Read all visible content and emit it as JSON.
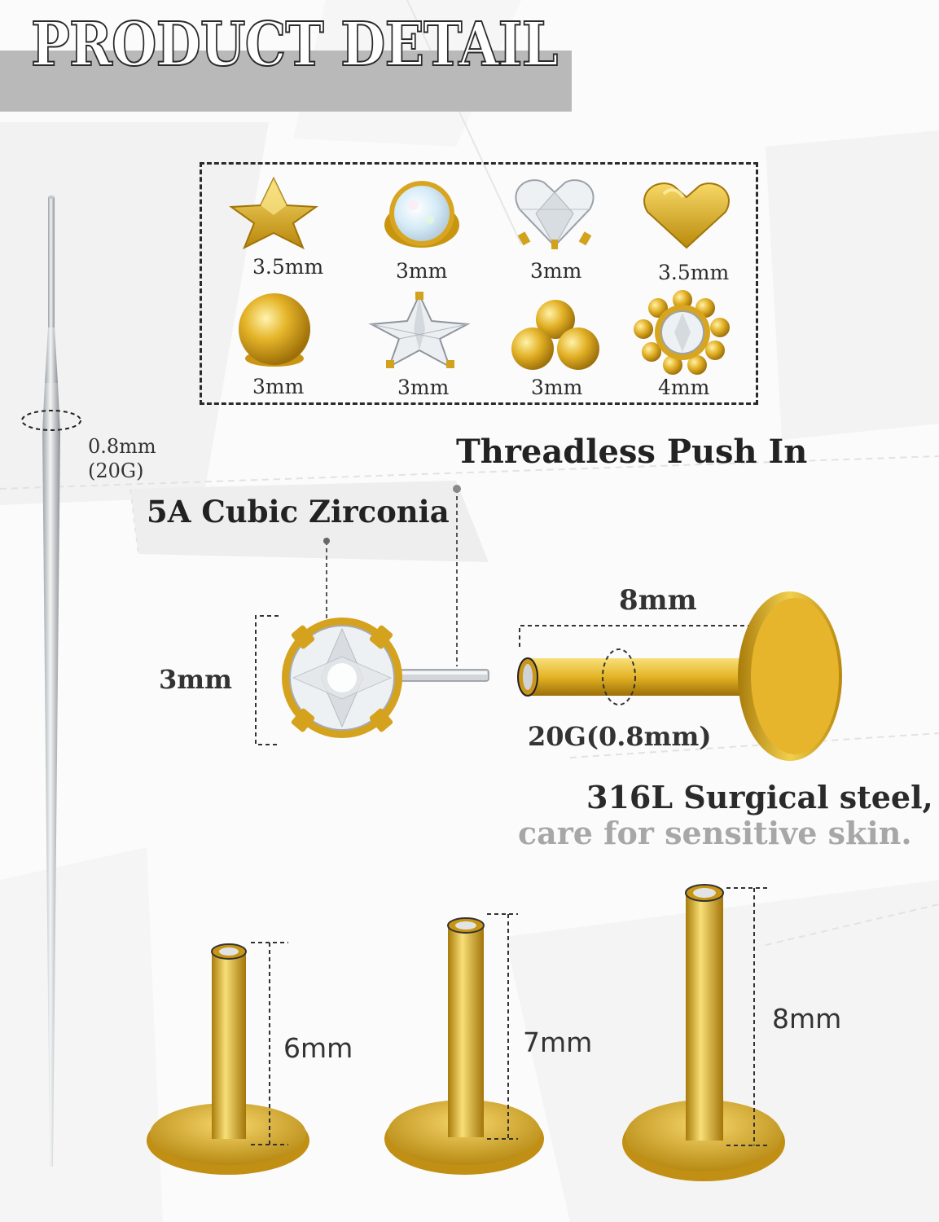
{
  "header": {
    "title": "PRODUCT DETAIL"
  },
  "tops": [
    {
      "icon": "star-top-icon",
      "size": "3.5mm"
    },
    {
      "icon": "opal-top-icon",
      "size": "3mm"
    },
    {
      "icon": "heart-cz-top-icon",
      "size": "3mm"
    },
    {
      "icon": "heart-top-icon",
      "size": "3.5mm"
    },
    {
      "icon": "ball-top-icon",
      "size": "3mm"
    },
    {
      "icon": "star-cz-top-icon",
      "size": "3mm"
    },
    {
      "icon": "trinity-top-icon",
      "size": "3mm"
    },
    {
      "icon": "flower-cz-top-icon",
      "size": "4mm"
    }
  ],
  "taper": {
    "gauge_mm": "0.8mm",
    "gauge_g": "(20G)"
  },
  "features": {
    "threadless": "Threadless Push In",
    "cubic_zirconia": "5A Cubic Zirconia",
    "cz_size": "3mm",
    "post_length": "8mm",
    "post_gauge": "20G(0.8mm)",
    "steel_line1": "316L Surgical steel,",
    "steel_line2": "care for sensitive skin."
  },
  "posts": [
    {
      "length": "6mm"
    },
    {
      "length": "7mm"
    },
    {
      "length": "8mm"
    }
  ],
  "colors": {
    "gold": "#e3b523",
    "gold_dark": "#b8860b",
    "steel": "#c9ccd0",
    "band": "#b9b9b9"
  }
}
